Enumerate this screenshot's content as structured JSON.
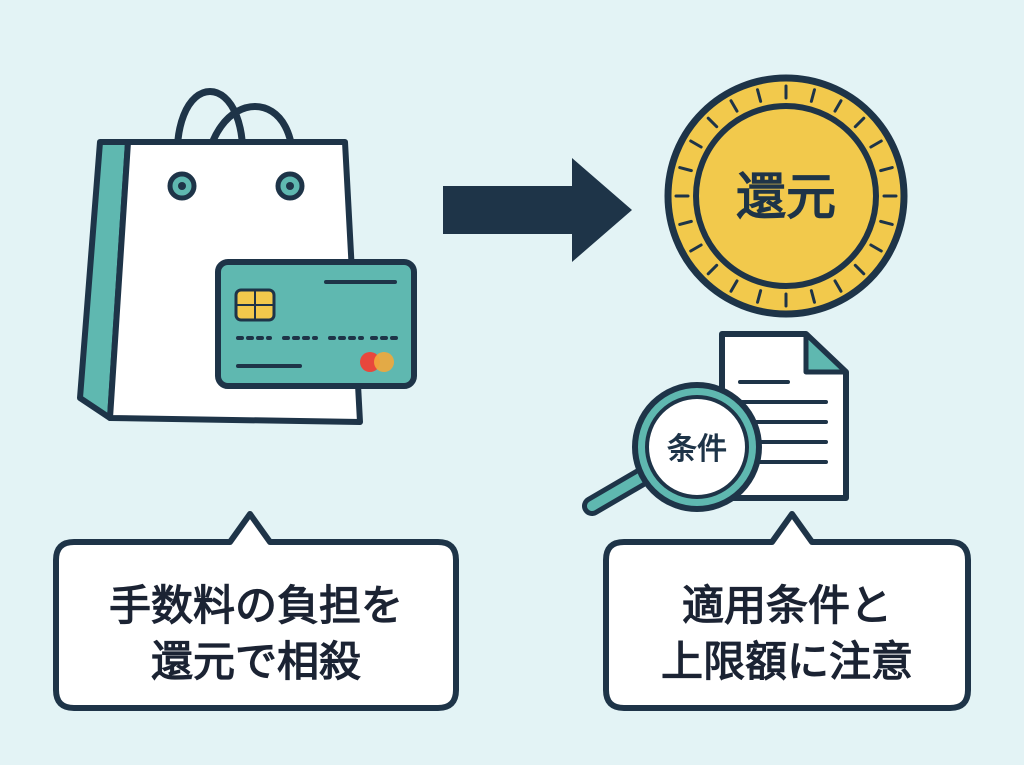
{
  "coin": {
    "label": "還元"
  },
  "magnifier": {
    "label": "条件"
  },
  "left_bubble": {
    "line1": "手数料の負担を",
    "line2": "還元で相殺"
  },
  "right_bubble": {
    "line1": "適用条件と",
    "line2": "上限額に注意"
  },
  "colors": {
    "background": "#e3f3f5",
    "outline": "#1e3448",
    "teal": "#5fb8b0",
    "coin_gold": "#f2c94c",
    "bag_white": "#ffffff"
  }
}
